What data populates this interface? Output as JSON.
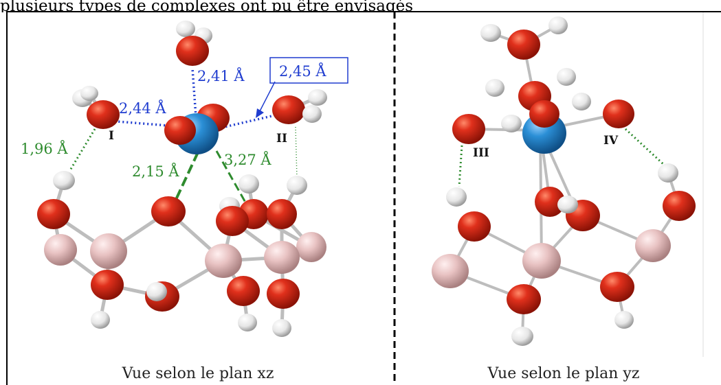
{
  "header_text": "plusieurs types de complexes ont pu être envisagés",
  "left_panel": {
    "caption": "Vue selon le plan xz",
    "distances": {
      "d1": "2,41 Å",
      "d2": "2,44 Å",
      "d3": "2,45 Å",
      "d4": "1,96 Å",
      "d5": "2,15 Å",
      "d6": "3,27 Å"
    },
    "labels": {
      "site1": "I",
      "site2": "II"
    }
  },
  "right_panel": {
    "caption": "Vue selon le plan yz",
    "labels": {
      "site3": "III",
      "site4": "IV"
    }
  },
  "colors": {
    "metal": "#2b8fd6",
    "oxygen": "#d42a1a",
    "aluminium": "#e7c3c3",
    "hydrogen": "#eeeeee",
    "blue_label": "#1f3ccf",
    "green_label": "#2e8b2e"
  }
}
